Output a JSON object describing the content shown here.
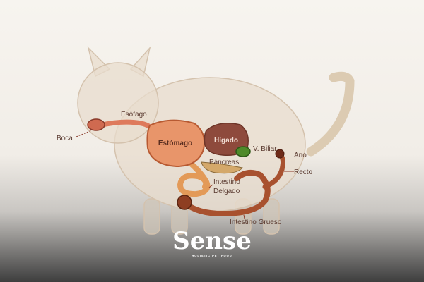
{
  "labels": {
    "boca": "Boca",
    "esofago": "Esófago",
    "estomago": "Estómago",
    "higado": "Hígado",
    "v_biliar": "V. Biliar",
    "pancreas": "Páncreas",
    "intestino_delgado_1": "Intestino",
    "intestino_delgado_2": "Delgado",
    "ano": "Ano",
    "recto": "Recto",
    "intestino_grueso": "Intestino Grueso"
  },
  "brand": {
    "name": "Sense",
    "tagline": "HOLISTIC PET FOOD"
  },
  "colors": {
    "stomach": "#e8956a",
    "liver": "#8e4a3c",
    "gallbladder": "#4f8a2a",
    "intestine": "#a8512f",
    "small_intestine": "#e39a58"
  }
}
